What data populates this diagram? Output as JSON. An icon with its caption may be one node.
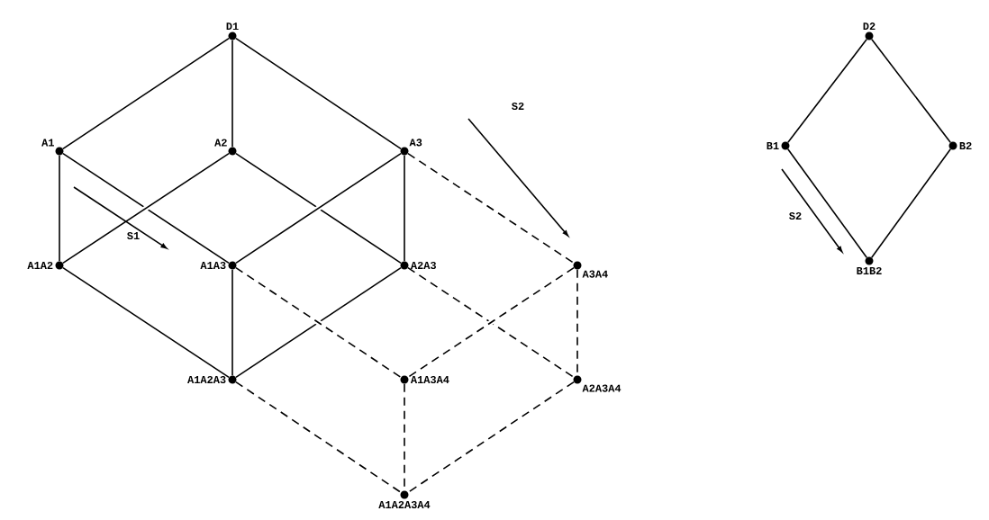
{
  "diagram": {
    "nodes": [
      {
        "text": [
          "D1"
        ]
      },
      {
        "text": [
          "A1"
        ]
      },
      {
        "text": [
          "A2"
        ]
      },
      {
        "text": [
          "A3"
        ]
      },
      {
        "text": [
          "A1A2"
        ]
      },
      {
        "text": [
          "A1A3"
        ]
      },
      {
        "text": [
          "A2A3"
        ]
      },
      {
        "text": [
          "A3A4"
        ]
      },
      {
        "text": [
          "A1A2A3"
        ]
      },
      {
        "text": [
          "A1A3A4"
        ]
      },
      {
        "text": [
          "A2A3A4"
        ]
      },
      {
        "text": [
          "A1A2A3A4"
        ]
      },
      {
        "text": [
          "D2"
        ]
      },
      {
        "text": [
          "B1"
        ]
      },
      {
        "text": [
          "B2"
        ]
      },
      {
        "text": [
          "B1B2"
        ]
      }
    ],
    "edges": [
      {
        "from": 0,
        "to": 1,
        "arrow": "none"
      },
      {
        "from": 0,
        "to": 2,
        "arrow": "none"
      },
      {
        "from": 0,
        "to": 3,
        "arrow": "none"
      },
      {
        "from": 1,
        "to": 4,
        "arrow": "none"
      },
      {
        "from": 1,
        "to": 5,
        "arrow": "none"
      },
      {
        "from": 2,
        "to": 4,
        "arrow": "none"
      },
      {
        "from": 2,
        "to": 6,
        "arrow": "none"
      },
      {
        "from": 3,
        "to": 5,
        "arrow": "none"
      },
      {
        "from": 3,
        "to": 6,
        "arrow": "none"
      },
      {
        "from": 4,
        "to": 8,
        "arrow": "none"
      },
      {
        "from": 5,
        "to": 8,
        "arrow": "none"
      },
      {
        "from": 6,
        "to": 8,
        "arrow": "none"
      },
      {
        "from": 3,
        "to": 7,
        "arrow": "none",
        "style": "dashed"
      },
      {
        "from": 5,
        "to": 9,
        "arrow": "none",
        "style": "dashed"
      },
      {
        "from": 6,
        "to": 10,
        "arrow": "none",
        "style": "dashed"
      },
      {
        "from": 7,
        "to": 9,
        "arrow": "none",
        "style": "dashed"
      },
      {
        "from": 7,
        "to": 10,
        "arrow": "none",
        "style": "dashed"
      },
      {
        "from": 8,
        "to": 11,
        "arrow": "none",
        "style": "dashed"
      },
      {
        "from": 9,
        "to": 11,
        "arrow": "none",
        "style": "dashed"
      },
      {
        "from": 10,
        "to": 11,
        "arrow": "none",
        "style": "dashed"
      },
      {
        "from": 12,
        "to": 13,
        "arrow": "none"
      },
      {
        "from": 12,
        "to": 14,
        "arrow": "none"
      },
      {
        "from": 13,
        "to": 15,
        "arrow": "none"
      },
      {
        "from": 14,
        "to": 15,
        "arrow": "none"
      }
    ],
    "labels": [
      "S2",
      "S1",
      "S2"
    ]
  }
}
